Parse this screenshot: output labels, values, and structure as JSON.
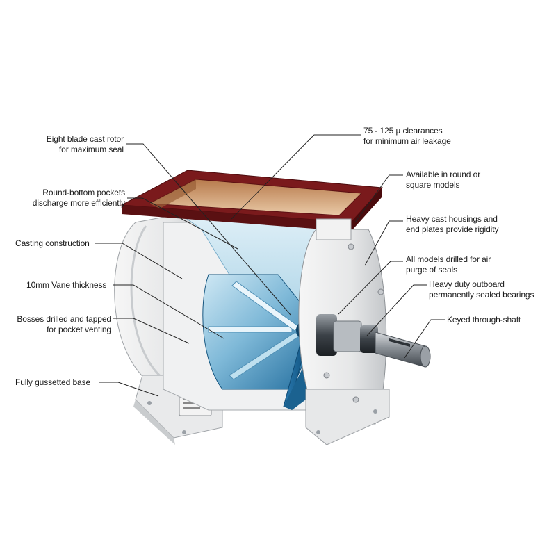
{
  "callouts": [
    {
      "id": "eight-blade-rotor",
      "lines": [
        "Eight blade cast rotor",
        "for maximum seal"
      ]
    },
    {
      "id": "round-bottom-pockets",
      "lines": [
        "Round-bottom pockets",
        "discharge more efficiently"
      ]
    },
    {
      "id": "casting-construction",
      "lines": [
        "Casting construction"
      ]
    },
    {
      "id": "vane-thickness",
      "lines": [
        "10mm Vane thickness"
      ]
    },
    {
      "id": "bosses-drilled",
      "lines": [
        "Bosses drilled and tapped",
        "for pocket venting"
      ]
    },
    {
      "id": "gussetted-base",
      "lines": [
        "Fully gussetted base"
      ]
    },
    {
      "id": "clearances",
      "lines": [
        "75 - 125 µ clearances",
        "for minimum air leakage"
      ]
    },
    {
      "id": "round-or-square",
      "lines": [
        "Available in round or",
        "square models"
      ]
    },
    {
      "id": "cast-housings",
      "lines": [
        "Heavy cast housings and",
        "end plates provide rigidity"
      ]
    },
    {
      "id": "drilled-air-purge",
      "lines": [
        "All models  drilled for air",
        "purge of seals"
      ]
    },
    {
      "id": "outboard-bearings",
      "lines": [
        "Heavy duty outboard",
        "permanently sealed bearings"
      ]
    },
    {
      "id": "through-shaft",
      "lines": [
        "Keyed through-shaft"
      ]
    }
  ],
  "colors": {
    "flange": "#7a1a1c",
    "hopper_interior": "#c98a5a",
    "rotor_light": "#d7ecf6",
    "rotor_dark": "#1f6fa0",
    "housing": "#eeeeee",
    "housing_shadow": "#b9bcbf",
    "leader_line": "#222222"
  }
}
